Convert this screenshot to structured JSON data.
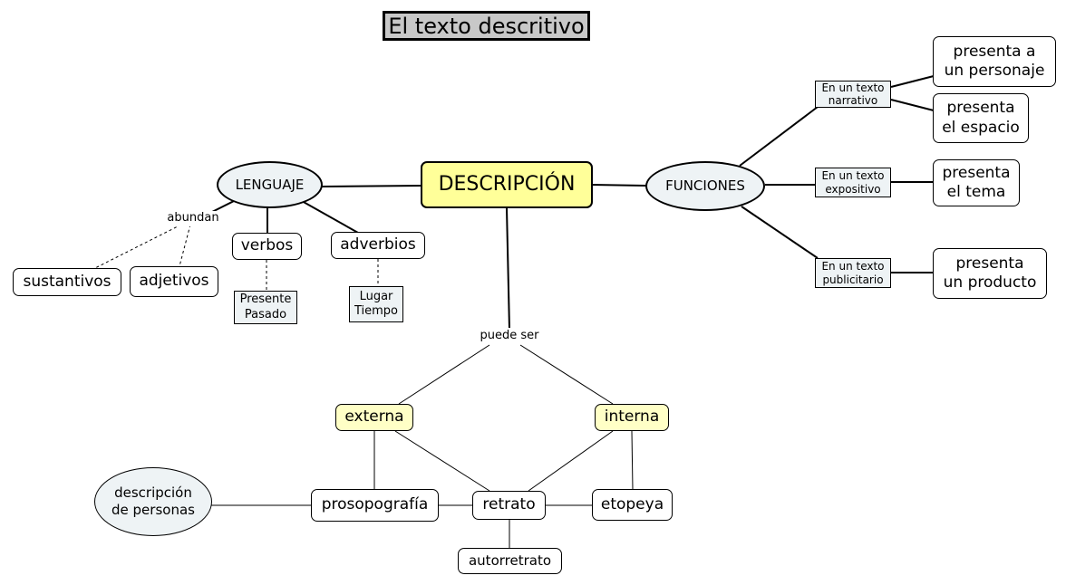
{
  "title": "El texto descritivo",
  "center": "DESCRIPCIÓN",
  "lenguaje": {
    "label": "LENGUAJE",
    "abundan": "abundan",
    "sustantivos": "sustantivos",
    "adjetivos": "adjetivos",
    "verbos": "verbos",
    "verbos_detail": "Presente\nPasado",
    "adverbios": "adverbios",
    "adverbios_detail": "Lugar\nTiempo"
  },
  "funciones": {
    "label": "FUNCIONES",
    "narrativo": "En un texto\nnarrativo",
    "expositivo": "En un texto\nexpositivo",
    "publicitario": "En un texto\npublicitario",
    "personaje": "presenta a\nun personaje",
    "espacio": "presenta\nel espacio",
    "tema": "presenta\nel tema",
    "producto": "presenta\nun producto"
  },
  "tipos": {
    "puede_ser": "puede ser",
    "externa": "externa",
    "interna": "interna",
    "prosopografia": "prosopografía",
    "retrato": "retrato",
    "etopeya": "etopeya",
    "autorretrato": "autorretrato",
    "descripcion_personas": "descripción\nde personas"
  }
}
